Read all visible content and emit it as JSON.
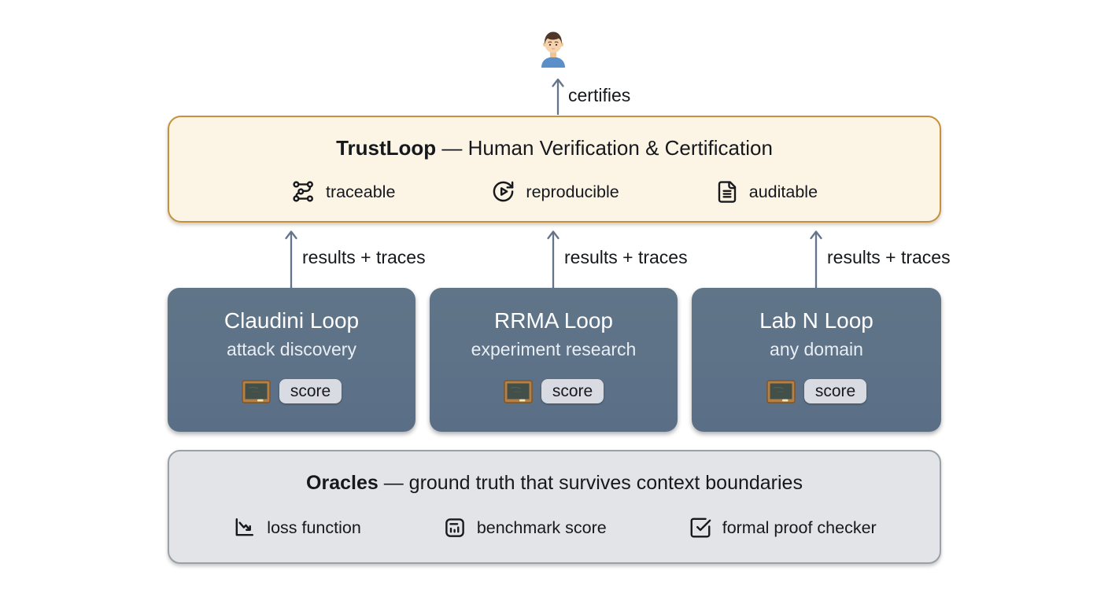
{
  "diagram": {
    "certifies_label": "certifies",
    "trustloop": {
      "title_bold": "TrustLoop",
      "title_rest": " — Human Verification & Certification",
      "features": [
        {
          "icon": "waypoints-icon",
          "label": "traceable"
        },
        {
          "icon": "replay-icon",
          "label": "reproducible"
        },
        {
          "icon": "document-icon",
          "label": "auditable"
        }
      ]
    },
    "flow": {
      "labels": [
        "results + traces",
        "results + traces",
        "results + traces"
      ]
    },
    "loops": [
      {
        "title": "Claudini Loop",
        "subtitle": "attack discovery",
        "icon": "blackboard-icon",
        "badge": "score"
      },
      {
        "title": "RRMA Loop",
        "subtitle": "experiment research",
        "icon": "blackboard-icon",
        "badge": "score"
      },
      {
        "title": "Lab N Loop",
        "subtitle": "any domain",
        "icon": "blackboard-icon",
        "badge": "score"
      }
    ],
    "oracles": {
      "title_bold": "Oracles",
      "title_rest": " — ground truth that survives context boundaries",
      "features": [
        {
          "icon": "chart-down-icon",
          "label": "loss function"
        },
        {
          "icon": "benchmark-icon",
          "label": "benchmark score"
        },
        {
          "icon": "check-square-icon",
          "label": "formal proof checker"
        }
      ]
    },
    "colors": {
      "trustloop_bg": "#fcf4e4",
      "trustloop_border": "#c5913c",
      "loop_bg": "#5d7189",
      "oracles_bg": "#e3e4e7",
      "oracles_border": "#9aa0a8",
      "arrow": "#64748b",
      "text": "#15181c",
      "badge_bg": "#d8dbe1"
    }
  }
}
